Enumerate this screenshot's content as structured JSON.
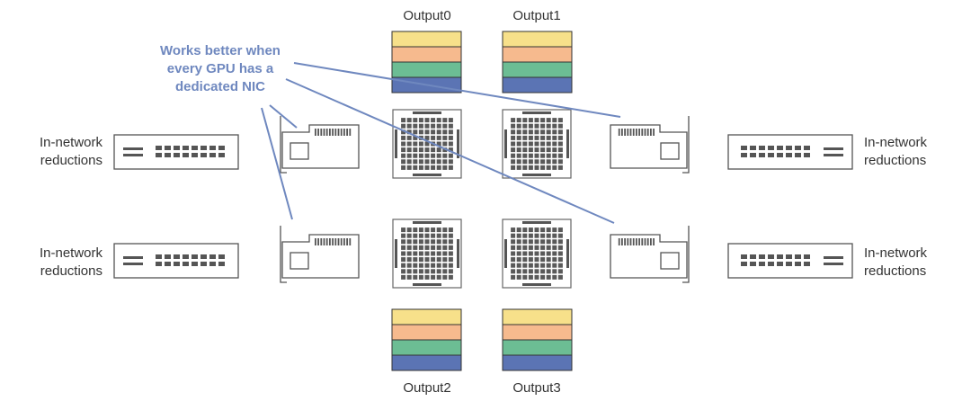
{
  "outputs": [
    "Output0",
    "Output1",
    "Output2",
    "Output3"
  ],
  "switch_label_line1": "In-network",
  "switch_label_line2": "reductions",
  "annotation": {
    "line1": "Works better when",
    "line2": "every GPU has a",
    "line3": "dedicated NIC"
  },
  "colors": {
    "stack": [
      "#f7e08a",
      "#f6ba8e",
      "#6cbd94",
      "#5b74b4"
    ],
    "device_stroke": "#555555",
    "annotation": "#6f88bf"
  }
}
